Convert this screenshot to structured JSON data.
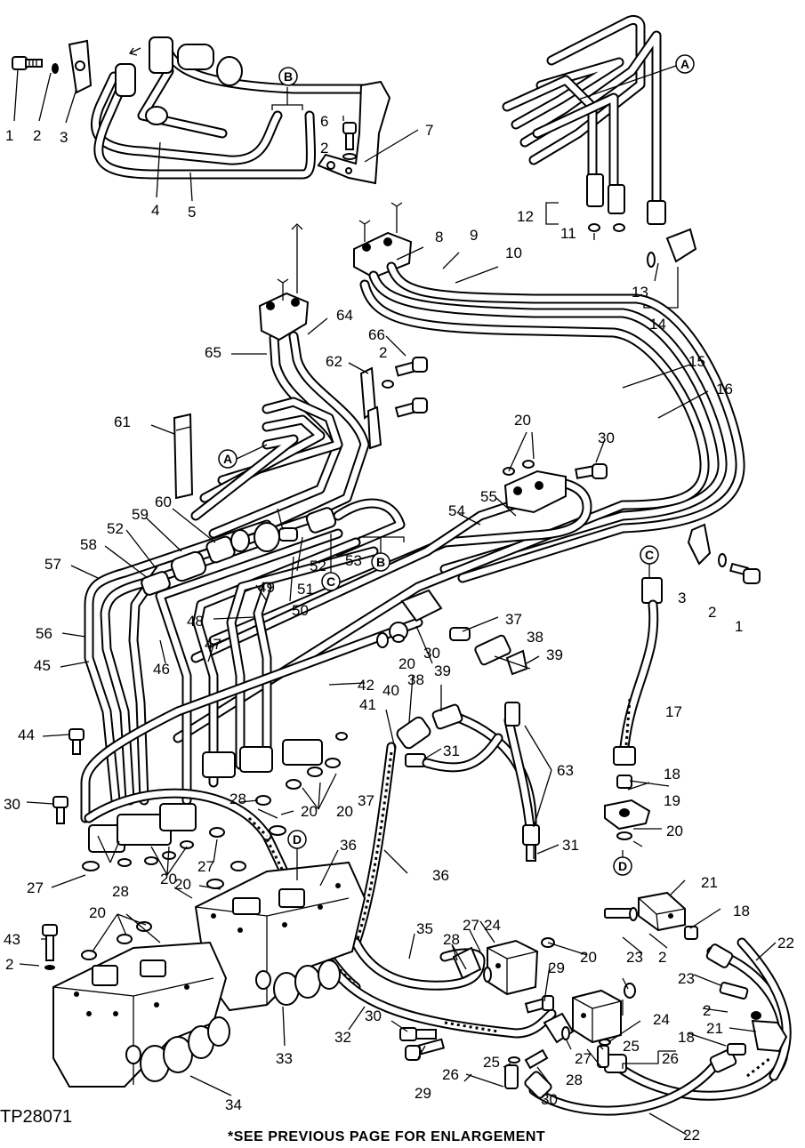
{
  "figure_id": "TP28071",
  "footnote": "*SEE PREVIOUS PAGE FOR ENLARGEMENT",
  "callouts": {
    "c1": "1",
    "c2": "2",
    "c3": "3",
    "c4": "4",
    "c5": "5",
    "c6": "6",
    "c7": "7",
    "c8": "8",
    "c9": "9",
    "c10": "10",
    "c11": "11",
    "c12": "12",
    "c13": "13",
    "c14": "14",
    "c15": "15",
    "c16": "16",
    "c17": "17",
    "c18": "18",
    "c19": "19",
    "c20": "20",
    "c21": "21",
    "c22": "22",
    "c23": "23",
    "c24": "24",
    "c25": "25",
    "c26": "26",
    "c27": "27",
    "c28": "28",
    "c29": "29",
    "c30": "30",
    "c31": "31",
    "c32": "32",
    "c33": "33",
    "c34": "34",
    "c35": "35",
    "c36": "36",
    "c37": "37",
    "c38": "38",
    "c39": "39",
    "c40": "40",
    "c41": "41",
    "c42": "42",
    "c43": "43",
    "c44": "44",
    "c45": "45",
    "c46": "46",
    "c47": "47",
    "c48": "48",
    "c49": "49",
    "c50": "50",
    "c51": "51",
    "c52": "52",
    "c53": "53",
    "c54": "54",
    "c55": "55",
    "c56": "56",
    "c57": "57",
    "c58": "58",
    "c59": "59",
    "c60": "60",
    "c61": "61",
    "c62": "62",
    "c63": "63",
    "c64": "64",
    "c65": "65",
    "c66": "66"
  },
  "reference_markers": {
    "A": "A",
    "B": "B",
    "C": "C",
    "D": "D"
  }
}
